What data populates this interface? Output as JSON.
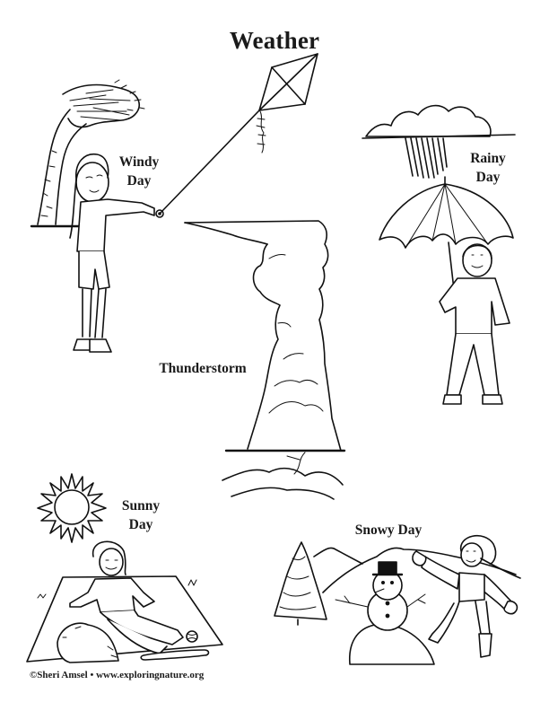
{
  "page": {
    "title": "Weather",
    "footer": "©Sheri Amsel • www.exploringnature.org"
  },
  "scenes": {
    "windy": {
      "line1": "Windy",
      "line2": "Day"
    },
    "rainy": {
      "line1": "Rainy",
      "line2": "Day"
    },
    "thunderstorm": {
      "label": "Thunderstorm"
    },
    "sunny": {
      "line1": "Sunny",
      "line2": "Day"
    },
    "snowy": {
      "label": "Snowy Day"
    }
  },
  "colors": {
    "ink": "#111111",
    "paper": "#ffffff"
  }
}
